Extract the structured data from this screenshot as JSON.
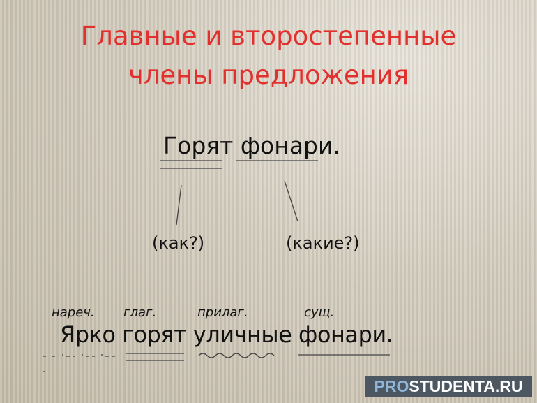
{
  "slide": {
    "title_line1": "Главные и второстепенные",
    "title_line2": "члены предложения",
    "sentence1": {
      "word1": "Горят",
      "word2": "фонари."
    },
    "question1": "(как?)",
    "question2": "(какие?)",
    "pos_labels": [
      "нареч.",
      "глаг.",
      "прилаг.",
      "сущ."
    ],
    "sentence2": "Ярко горят уличные фонари."
  },
  "watermark": {
    "pro": "PRO",
    "rest": "STUDENTA.RU"
  },
  "colors": {
    "title": "#e2302e",
    "watermark_bg": "#4d5761",
    "watermark_pro": "#8fb6d8"
  }
}
